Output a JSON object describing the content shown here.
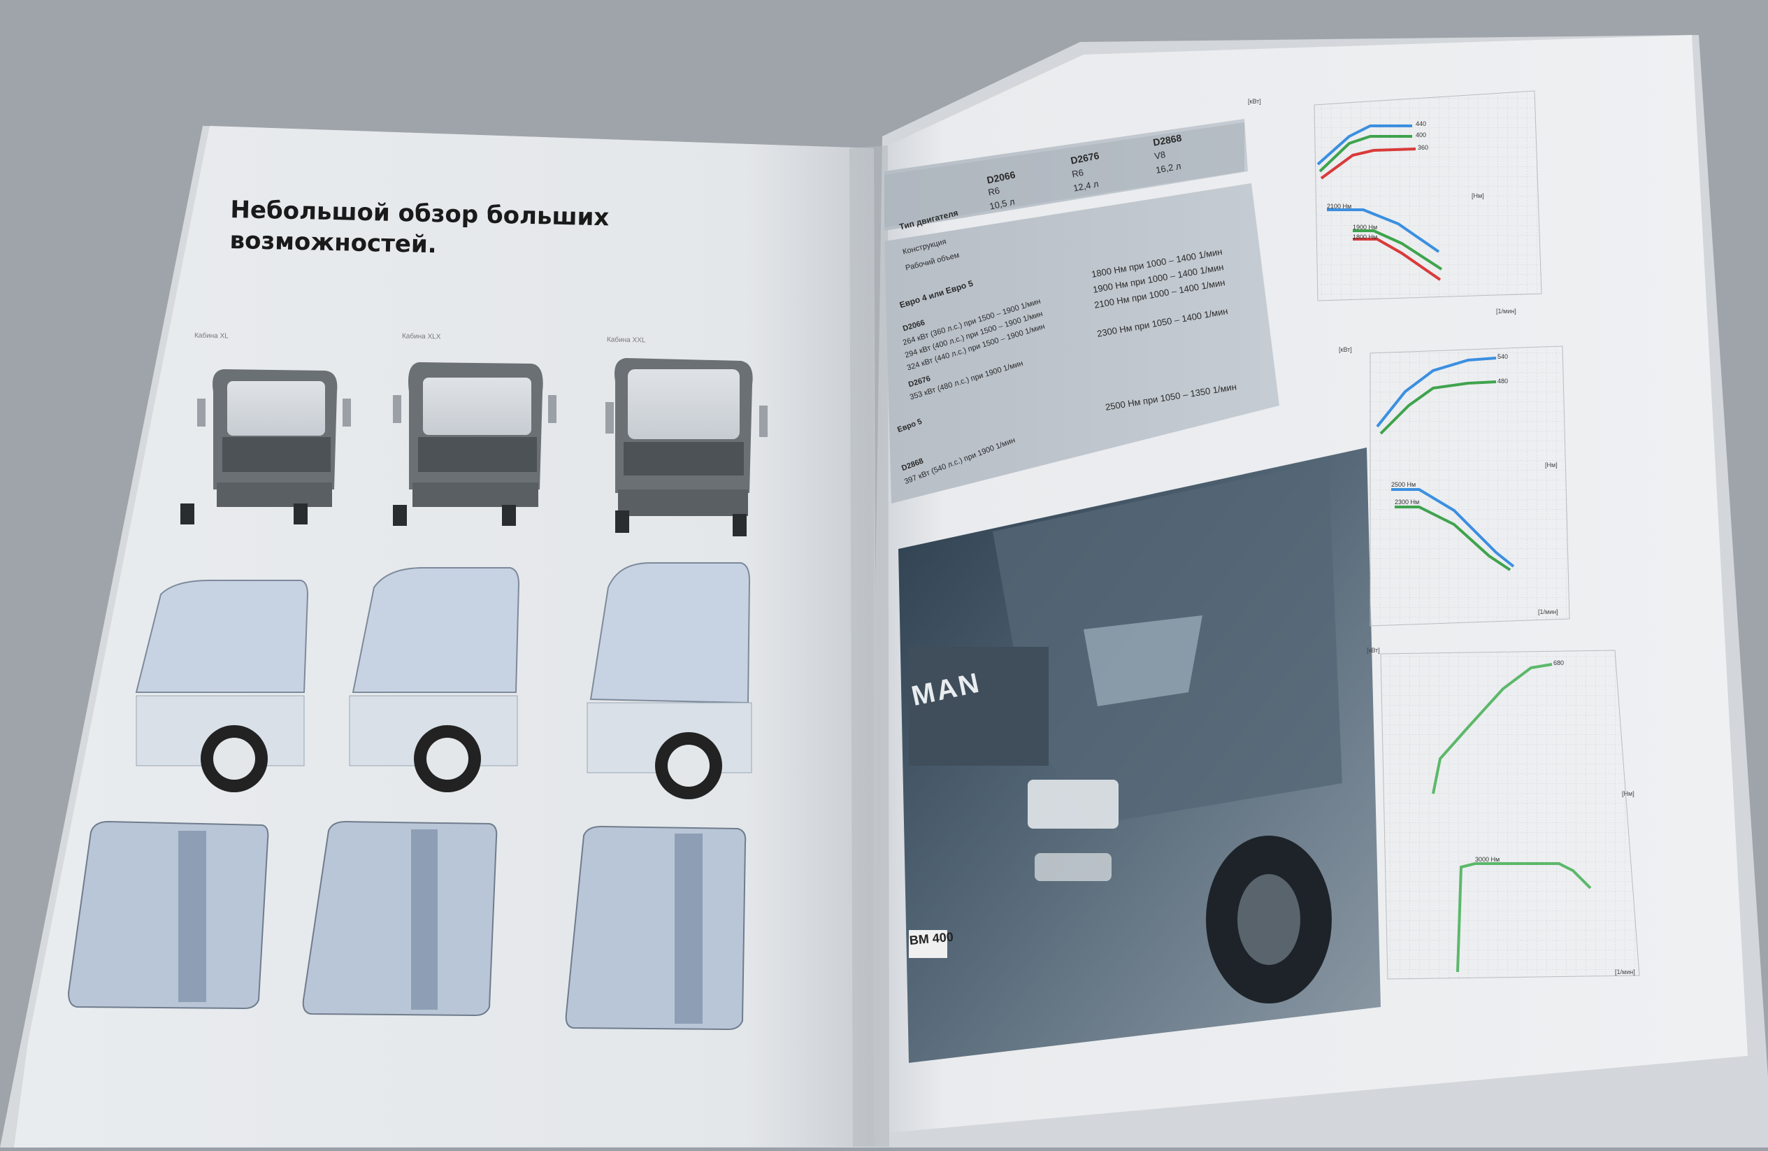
{
  "left_page": {
    "title_line1": "Небольшой обзор больших",
    "title_line2": "возможностей.",
    "cabins": [
      {
        "label": "Кабина XL"
      },
      {
        "label": "Кабина XLX"
      },
      {
        "label": "Кабина XXL"
      }
    ]
  },
  "spec_table": {
    "engine_type_label": "Тип двигателя",
    "construction_label": "Конструкция",
    "displacement_label": "Рабочий объем",
    "engines": [
      {
        "name": "D2066",
        "config": "R6",
        "volume": "10,5 л"
      },
      {
        "name": "D2676",
        "config": "R6",
        "volume": "12,4 л"
      },
      {
        "name": "D2868",
        "config": "V8",
        "volume": "16,2 л"
      }
    ],
    "euro45_header": "Евро 4 или Евро 5",
    "d2066_label": "D2066",
    "d2676_label": "D2676",
    "euro45_rows": [
      {
        "power": "264 кВт (360 л.с.) при 1500 – 1900 1/мин",
        "torque": "1800 Нм при 1000 – 1400 1/мин"
      },
      {
        "power": "294 кВт (400 л.с.) при 1500 – 1900 1/мин",
        "torque": "1900 Нм при 1000 – 1400 1/мин"
      },
      {
        "power": "324 кВт (440 л.с.) при 1500 – 1900 1/мин",
        "torque": "2100 Нм при 1000 – 1400 1/мин"
      },
      {
        "power": "353 кВт (480 л.с.) при 1900 1/мин",
        "torque": "2300 Нм при 1050 – 1400 1/мин"
      }
    ],
    "euro5_header": "Евро 5",
    "d2868_label": "D2868",
    "euro5_row": {
      "power": "397 кВт (540 л.с.) при 1900 1/мин",
      "torque": "2500 Нм при 1050 – 1350 1/мин"
    }
  },
  "photo": {
    "brand": "MAN",
    "plate": "BM 400"
  },
  "chart_data": [
    {
      "type": "line",
      "x_unit_label": "[1/мин]",
      "power_unit_label": "[кВт]",
      "torque_unit_label": "[Нм]",
      "power_series": [
        {
          "name": "440",
          "color": "#3b8fe0"
        },
        {
          "name": "400",
          "color": "#3fa34d"
        },
        {
          "name": "360",
          "color": "#d93a3a"
        }
      ],
      "torque_series": [
        {
          "name": "2100 Нм",
          "color": "#3b8fe0"
        },
        {
          "name": "1900 Нм",
          "color": "#3fa34d"
        },
        {
          "name": "1800 Нм",
          "color": "#d93a3a"
        }
      ]
    },
    {
      "type": "line",
      "x_unit_label": "[1/мин]",
      "power_unit_label": "[кВт]",
      "torque_unit_label": "[Нм]",
      "power_series": [
        {
          "name": "540",
          "color": "#3b8fe0"
        },
        {
          "name": "480",
          "color": "#3fa34d"
        }
      ],
      "torque_series": [
        {
          "name": "2500 Нм",
          "color": "#3b8fe0"
        },
        {
          "name": "2300 Нм",
          "color": "#3fa34d"
        }
      ]
    },
    {
      "type": "line",
      "x_unit_label": "[1/мин]",
      "power_unit_label": "[кВт]",
      "torque_unit_label": "[Нм]",
      "power_series": [
        {
          "name": "680",
          "color": "#5cb86a"
        }
      ],
      "torque_series": [
        {
          "name": "3000 Нм",
          "color": "#5cb86a"
        }
      ]
    }
  ]
}
